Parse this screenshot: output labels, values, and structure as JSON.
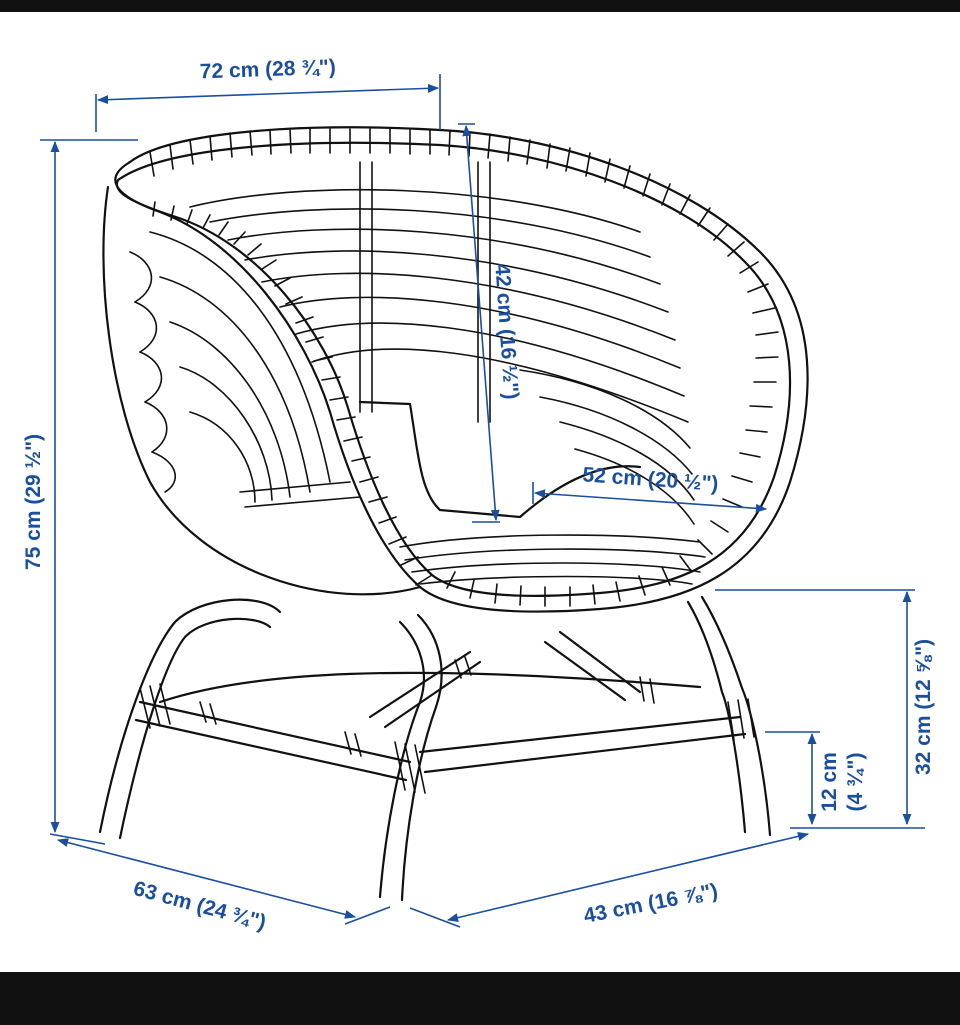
{
  "colors": {
    "dimension": "#1a4fa0",
    "line_art": "#111111",
    "background": "#ffffff",
    "bars": "#111111"
  },
  "dimensions": {
    "width": "72 cm (28 ¾\")",
    "backrest_height": "42 cm (16 ½\")",
    "seat_width": "52 cm (20 ½\")",
    "total_height": "75 cm (29 ½\")",
    "seat_height": "32 cm (12 ⅝\")",
    "clearance_cm": "12 cm",
    "clearance_in": "(4 ¾\")",
    "depth": "63 cm (24 ¾\")",
    "seat_depth": "43 cm (16 ⅞\")"
  }
}
